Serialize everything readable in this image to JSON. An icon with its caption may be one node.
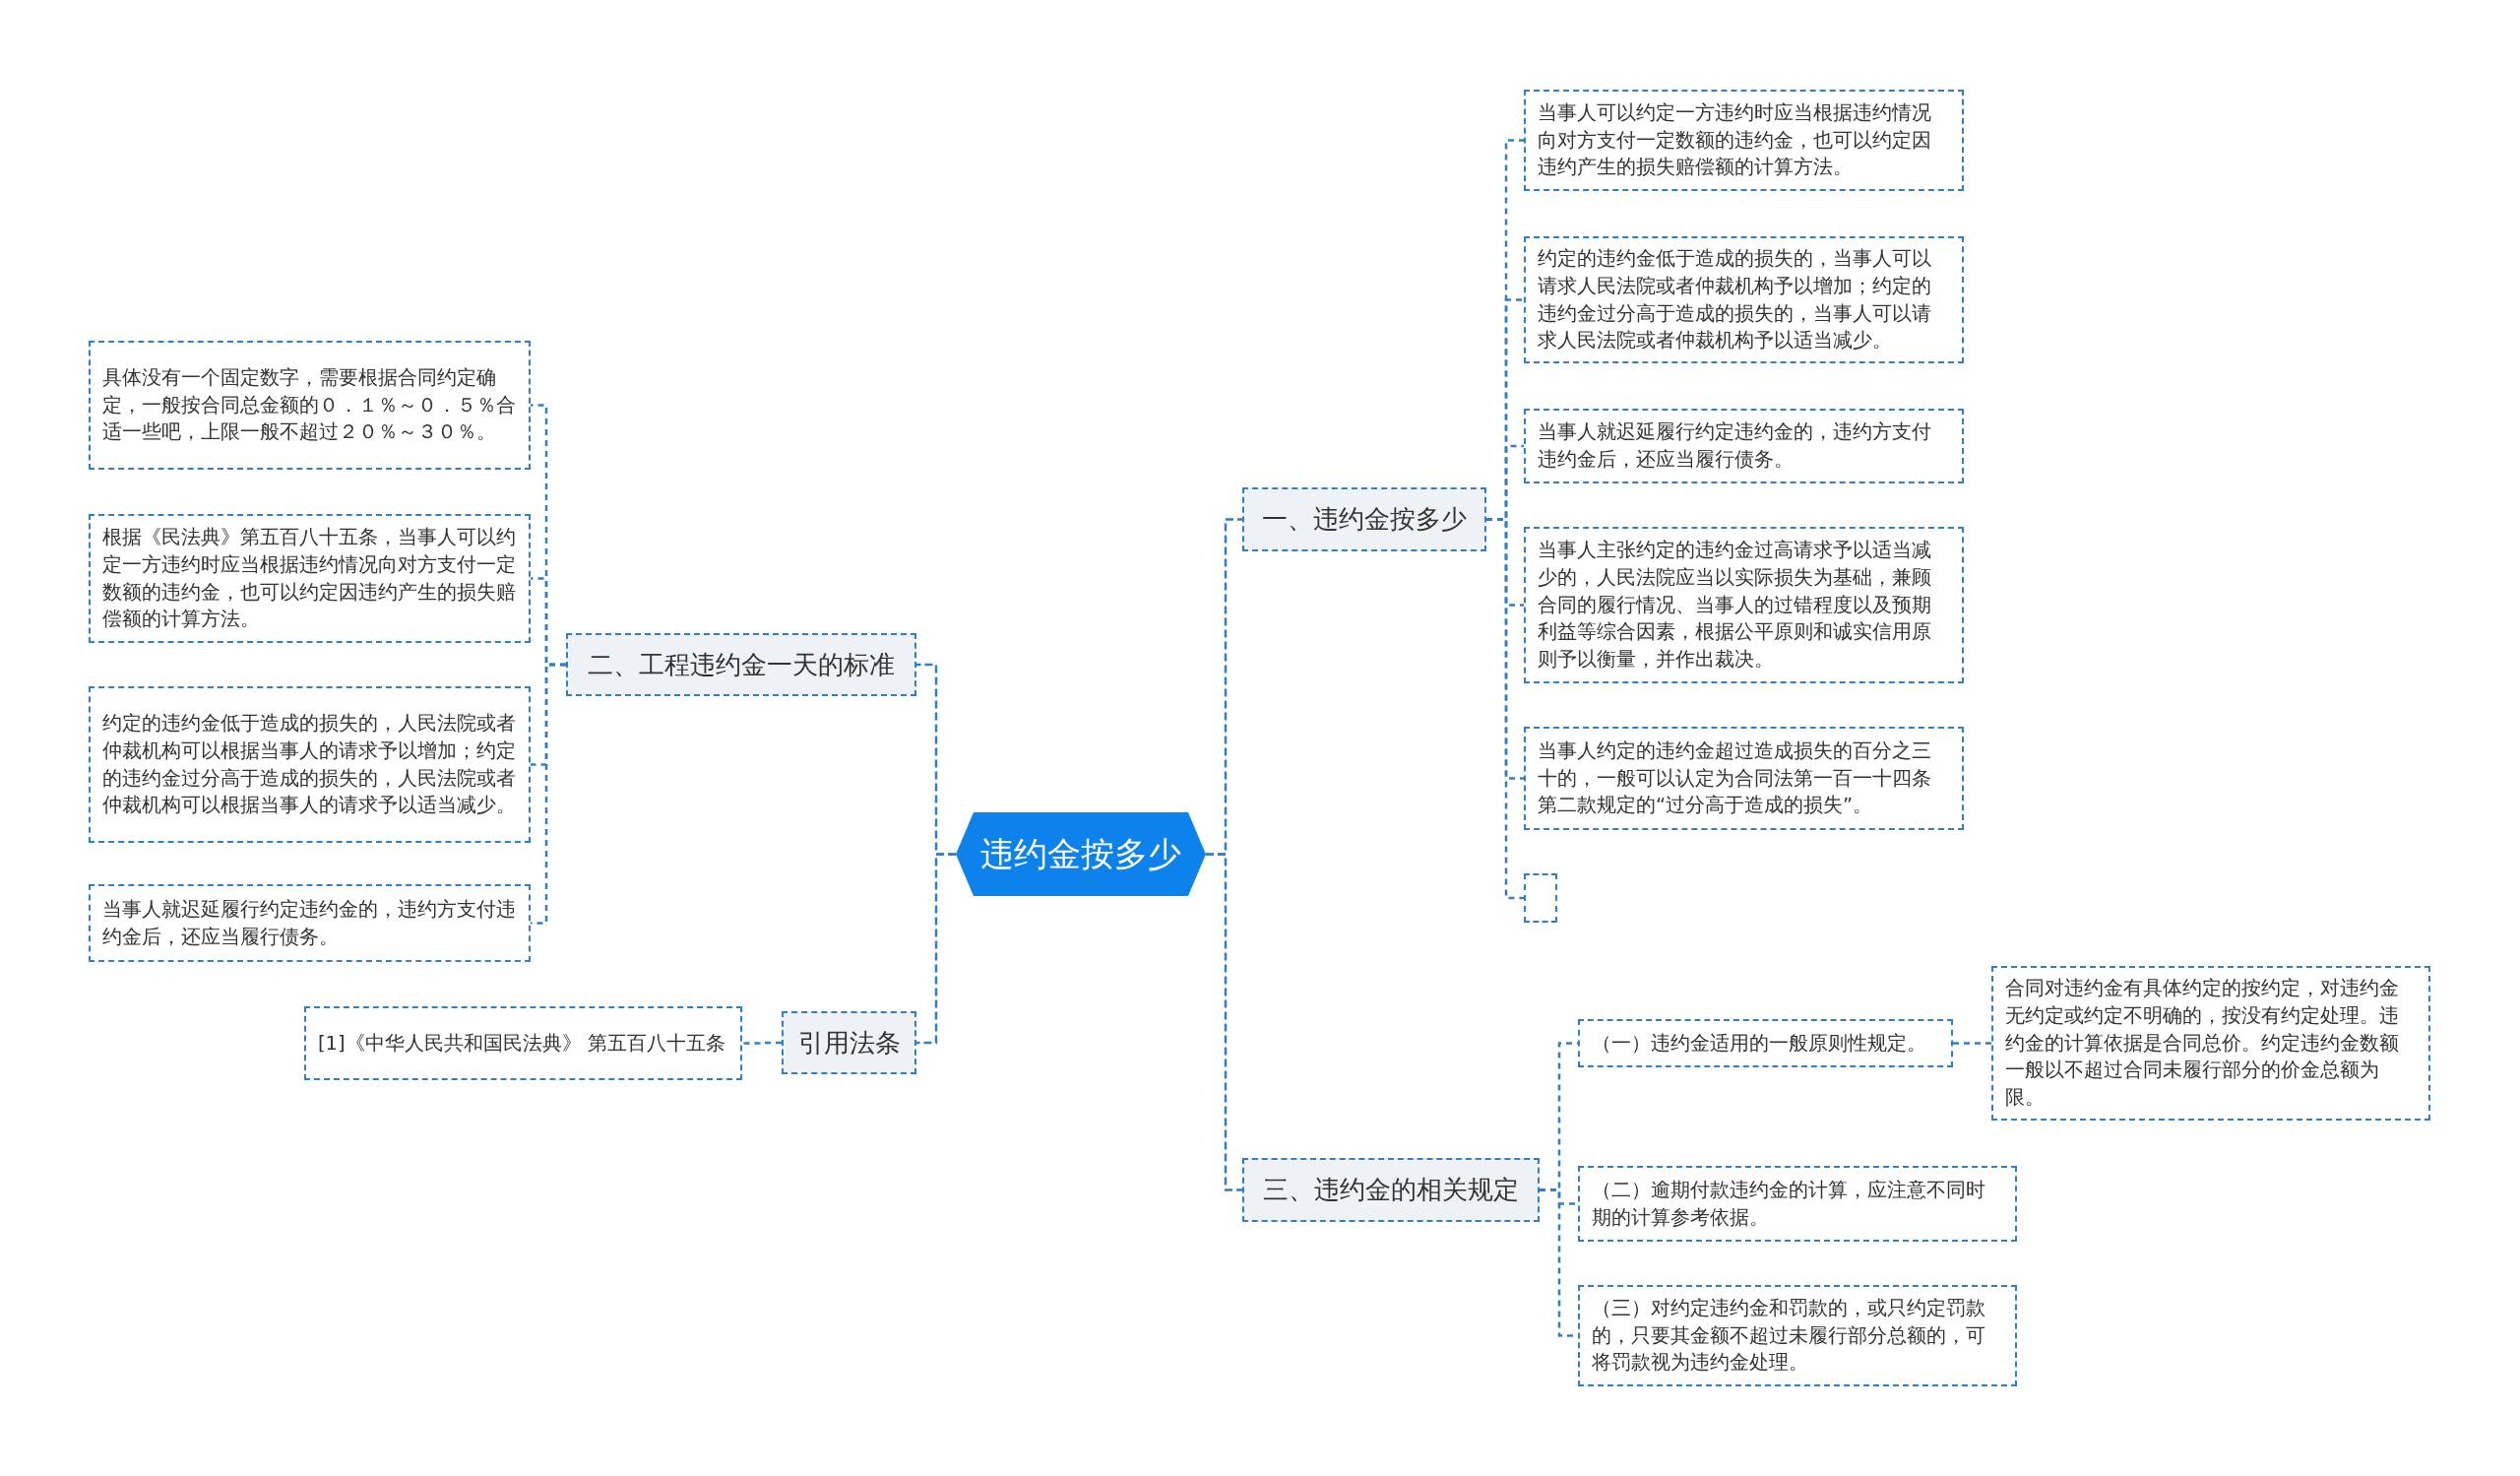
{
  "diagram": {
    "nodes": [
      {
        "text": [
          "违约金按多少"
        ]
      },
      {
        "text": [
          "一、违约金按多少"
        ]
      },
      {
        "text": [
          "当事人可以约定一方违约时应当根据违约情况向对方支付一定数额的违约金，也可以约定因违约产生的损失赔偿额的计算方法。"
        ]
      },
      {
        "text": [
          "约定的违约金低于造成的损失的，当事人可以请求人民法院或者仲裁机构予以增加；约定的违约金过分高于造成的损失的，当事人可以请求人民法院或者仲裁机构予以适当减少。"
        ]
      },
      {
        "text": [
          "当事人就迟延履行约定违约金的，违约方支付违约金后，还应当履行债务。"
        ]
      },
      {
        "text": [
          "当事人主张约定的违约金过高请求予以适当减少的，人民法院应当以实际损失为基础，兼顾合同的履行情况、当事人的过错程度以及预期利益等综合因素，根据公平原则和诚实信用原则予以衡量，并作出裁决。"
        ]
      },
      {
        "text": [
          "当事人约定的违约金超过造成损失的百分之三十的，一般可以认定为合同法第一百一十四条第二款规定的“过分高于造成的损失”。"
        ]
      },
      {
        "text": [],
        "shape": "box"
      },
      {
        "text": [
          "二、工程违约金一天的标准"
        ]
      },
      {
        "text": [
          "具体没有一个固定数字，需要根据合同约定确定，一般按合同总金额的０．１％～０．５％合适一些吧，上限一般不超过２０％～３０％。"
        ]
      },
      {
        "text": [
          "根据《民法典》第五百八十五条，当事人可以约定一方违约时应当根据违约情况向对方支付一定数额的违约金，也可以约定因违约产生的损失赔偿额的计算方法。"
        ]
      },
      {
        "text": [
          "约定的违约金低于造成的损失的，人民法院或者仲裁机构可以根据当事人的请求予以增加；约定的违约金过分高于造成的损失的，人民法院或者仲裁机构可以根据当事人的请求予以适当减少。"
        ]
      },
      {
        "text": [
          "当事人就迟延履行约定违约金的，违约方支付违约金后，还应当履行债务。"
        ]
      },
      {
        "text": [
          "引用法条"
        ]
      },
      {
        "text": [
          "[1]《中华人民共和国民法典》 第五百八十五条"
        ]
      },
      {
        "text": [
          "三、违约金的相关规定"
        ]
      },
      {
        "text": [
          "（一）违约金适用的一般原则性规定。"
        ]
      },
      {
        "text": [
          "合同对违约金有具体约定的按约定，对违约金无约定或约定不明确的，按没有约定处理。违约金的计算依据是合同总价。约定违约金数额一般以不超过合同未履行部分的价金总额为限。"
        ]
      },
      {
        "text": [
          "（二）逾期付款违约金的计算，应注意不同时期的计算参考依据。"
        ]
      },
      {
        "text": [
          "（三）对约定违约金和罚款的，或只约定罚款的，只要其金额不超过未履行部分总额的，可将罚款视为违约金处理。"
        ]
      }
    ],
    "edges": [
      {
        "from": 0,
        "to": 1,
        "arrow": "none"
      },
      {
        "from": 1,
        "to": 2,
        "arrow": "none"
      },
      {
        "from": 1,
        "to": 3,
        "arrow": "none"
      },
      {
        "from": 1,
        "to": 4,
        "arrow": "none"
      },
      {
        "from": 1,
        "to": 5,
        "arrow": "none"
      },
      {
        "from": 1,
        "to": 6,
        "arrow": "none"
      },
      {
        "from": 1,
        "to": 7,
        "arrow": "none"
      },
      {
        "from": 0,
        "to": 8,
        "arrow": "none"
      },
      {
        "from": 8,
        "to": 9,
        "arrow": "none"
      },
      {
        "from": 8,
        "to": 10,
        "arrow": "none"
      },
      {
        "from": 8,
        "to": 11,
        "arrow": "none"
      },
      {
        "from": 8,
        "to": 12,
        "arrow": "none"
      },
      {
        "from": 0,
        "to": 13,
        "arrow": "none"
      },
      {
        "from": 13,
        "to": 14,
        "arrow": "none"
      },
      {
        "from": 0,
        "to": 15,
        "arrow": "none"
      },
      {
        "from": 15,
        "to": 16,
        "arrow": "none"
      },
      {
        "from": 16,
        "to": 17,
        "arrow": "none"
      },
      {
        "from": 15,
        "to": 18,
        "arrow": "none"
      },
      {
        "from": 15,
        "to": 19,
        "arrow": "none"
      }
    ]
  }
}
